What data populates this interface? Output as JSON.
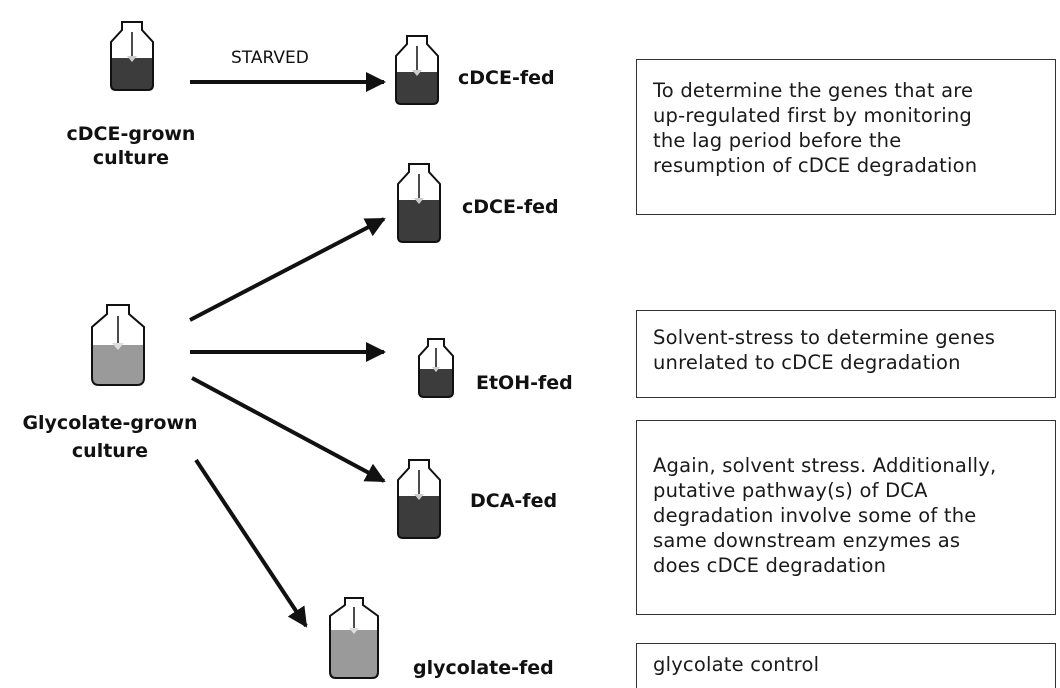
{
  "colors": {
    "dark_liquid": "#3c3c3c",
    "light_liquid": "#9a9a9a",
    "outline": "#111111",
    "arrow": "#111111"
  },
  "labels": {
    "cdce_grown": [
      "cDCE-grown",
      "culture"
    ],
    "glycolate_grown": [
      "Glycolate-grown",
      "culture"
    ],
    "starved": "STARVED",
    "cdce_fed_1": "cDCE-fed",
    "cdce_fed_2": "cDCE-fed",
    "etoh_fed": "EtOH-fed",
    "dca_fed": "DCA-fed",
    "glycolate_fed": "glycolate-fed"
  },
  "notes": {
    "cdce_lag": [
      "To determine the genes that are",
      "up-regulated first by monitoring",
      "the lag period before the",
      "resumption of cDCE degradation"
    ],
    "solvent_stress": [
      "Solvent-stress to determine genes",
      "unrelated to cDCE degradation"
    ],
    "dca": [
      "Again, solvent stress. Additionally,",
      "putative pathway(s) of DCA",
      "degradation involve some of the",
      "same downstream enzymes as",
      "does cDCE degradation"
    ],
    "glycolate_control": [
      "glycolate control"
    ]
  }
}
